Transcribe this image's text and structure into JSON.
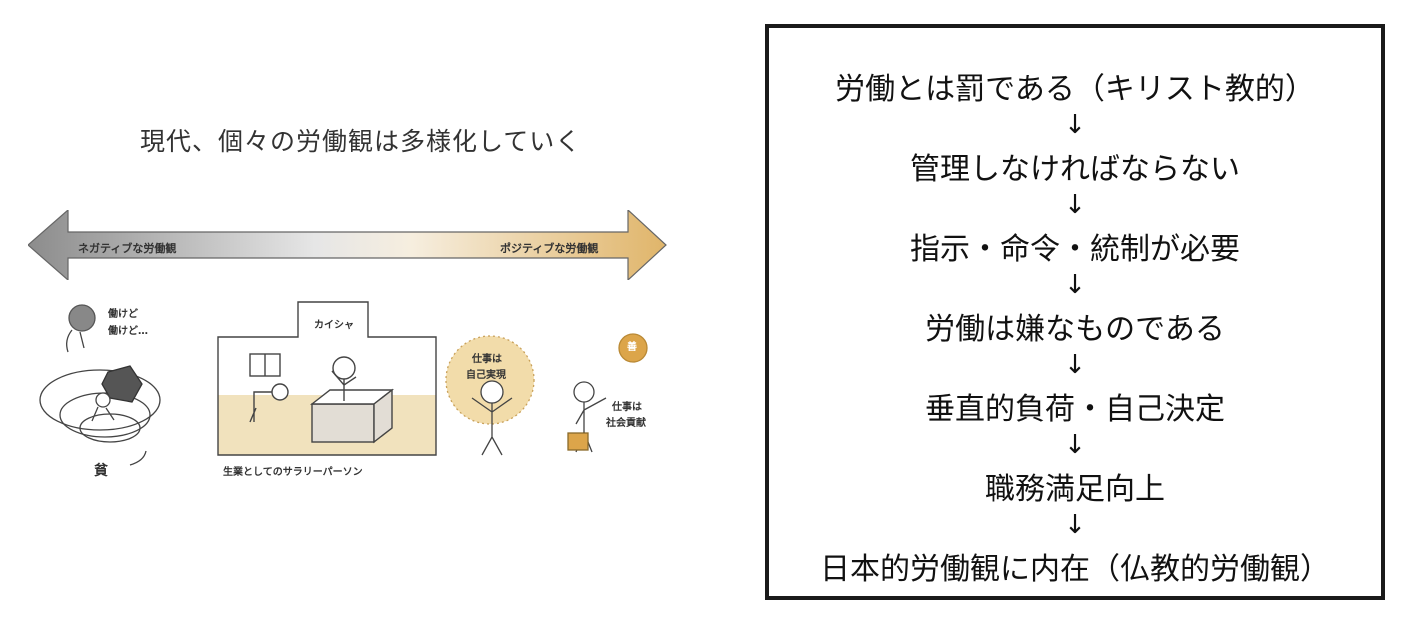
{
  "left": {
    "title": "現代、個々の労働観は多様化していく",
    "arrow": {
      "negative_label": "ネガティブな労働観",
      "positive_label": "ポジティブな労働観"
    },
    "scenes": {
      "work_text_1": "働けど",
      "work_text_2": "働けど…",
      "poor": "貧",
      "company": "カイシャ",
      "salaryman": "生業としてのサラリーパーソン",
      "self_realization_1": "仕事は",
      "self_realization_2": "自己実現",
      "sun_char": "善",
      "contribution_1": "仕事は",
      "contribution_2": "社会貢献"
    }
  },
  "flow": {
    "steps": [
      "労働とは罰である（キリスト教的）",
      "管理しなければならない",
      "指示・命令・統制が必要",
      "労働は嫌なものである",
      "垂直的負荷・自己決定",
      "職務満足向上",
      "日本的労働観に内在（仏教的労働観）"
    ],
    "arrow_glyph": "↓"
  }
}
